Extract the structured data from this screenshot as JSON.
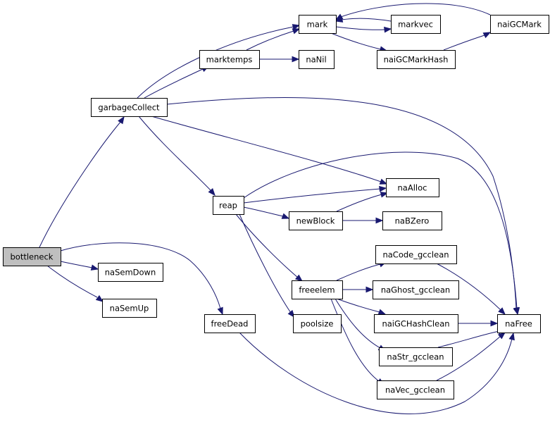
{
  "graph": {
    "colors": {
      "edge": "#191970",
      "node_border": "#000000",
      "node_fill": "#ffffff",
      "root_fill": "#bfbfbf"
    },
    "nodes": [
      {
        "id": "bottleneck",
        "label": "bottleneck",
        "root": true
      },
      {
        "id": "garbageCollect",
        "label": "garbageCollect"
      },
      {
        "id": "naSemDown",
        "label": "naSemDown"
      },
      {
        "id": "naSemUp",
        "label": "naSemUp"
      },
      {
        "id": "freeDead",
        "label": "freeDead"
      },
      {
        "id": "marktemps",
        "label": "marktemps"
      },
      {
        "id": "mark",
        "label": "mark"
      },
      {
        "id": "markvec",
        "label": "markvec"
      },
      {
        "id": "naiGCMark",
        "label": "naiGCMark"
      },
      {
        "id": "naiGCMarkHash",
        "label": "naiGCMarkHash"
      },
      {
        "id": "naNil",
        "label": "naNil"
      },
      {
        "id": "reap",
        "label": "reap"
      },
      {
        "id": "naAlloc",
        "label": "naAlloc"
      },
      {
        "id": "newBlock",
        "label": "newBlock"
      },
      {
        "id": "naBZero",
        "label": "naBZero"
      },
      {
        "id": "freeelem",
        "label": "freeelem"
      },
      {
        "id": "poolsize",
        "label": "poolsize"
      },
      {
        "id": "naCode_gcclean",
        "label": "naCode_gcclean"
      },
      {
        "id": "naGhost_gcclean",
        "label": "naGhost_gcclean"
      },
      {
        "id": "naiGCHashClean",
        "label": "naiGCHashClean"
      },
      {
        "id": "naStr_gcclean",
        "label": "naStr_gcclean"
      },
      {
        "id": "naVec_gcclean",
        "label": "naVec_gcclean"
      },
      {
        "id": "naFree",
        "label": "naFree"
      }
    ],
    "edges": [
      {
        "from": "bottleneck",
        "to": "garbageCollect"
      },
      {
        "from": "bottleneck",
        "to": "naSemDown"
      },
      {
        "from": "bottleneck",
        "to": "naSemUp"
      },
      {
        "from": "bottleneck",
        "to": "freeDead"
      },
      {
        "from": "garbageCollect",
        "to": "mark"
      },
      {
        "from": "garbageCollect",
        "to": "marktemps"
      },
      {
        "from": "garbageCollect",
        "to": "naFree"
      },
      {
        "from": "garbageCollect",
        "to": "naAlloc"
      },
      {
        "from": "garbageCollect",
        "to": "reap"
      },
      {
        "from": "marktemps",
        "to": "mark"
      },
      {
        "from": "marktemps",
        "to": "naNil"
      },
      {
        "from": "mark",
        "to": "markvec"
      },
      {
        "from": "mark",
        "to": "naiGCMarkHash"
      },
      {
        "from": "markvec",
        "to": "mark"
      },
      {
        "from": "naiGCMark",
        "to": "mark"
      },
      {
        "from": "naiGCMarkHash",
        "to": "naiGCMark"
      },
      {
        "from": "reap",
        "to": "naFree"
      },
      {
        "from": "reap",
        "to": "naAlloc"
      },
      {
        "from": "reap",
        "to": "newBlock"
      },
      {
        "from": "reap",
        "to": "freeelem"
      },
      {
        "from": "reap",
        "to": "poolsize"
      },
      {
        "from": "newBlock",
        "to": "naAlloc"
      },
      {
        "from": "newBlock",
        "to": "naBZero"
      },
      {
        "from": "freeelem",
        "to": "naCode_gcclean"
      },
      {
        "from": "freeelem",
        "to": "naGhost_gcclean"
      },
      {
        "from": "freeelem",
        "to": "naiGCHashClean"
      },
      {
        "from": "freeelem",
        "to": "naStr_gcclean"
      },
      {
        "from": "freeelem",
        "to": "naVec_gcclean"
      },
      {
        "from": "naCode_gcclean",
        "to": "naFree"
      },
      {
        "from": "naiGCHashClean",
        "to": "naFree"
      },
      {
        "from": "naStr_gcclean",
        "to": "naFree"
      },
      {
        "from": "naVec_gcclean",
        "to": "naFree"
      },
      {
        "from": "freeDead",
        "to": "naFree"
      }
    ]
  }
}
